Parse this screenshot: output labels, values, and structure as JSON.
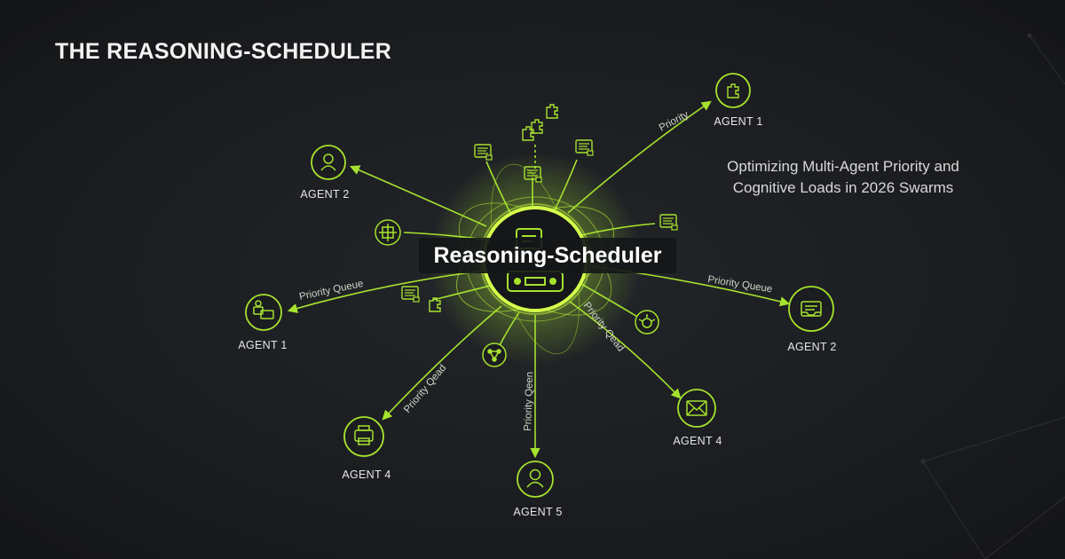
{
  "title": "THE REASONING-SCHEDULER",
  "subtitle": "Optimizing Multi-Agent Priority and Cognitive Loads in 2026 Swarms",
  "hub": {
    "label": "Reasoning-Scheduler",
    "icon": "robot-chip-icon"
  },
  "colors": {
    "accent": "#a6e22e",
    "accent_glow": "#c8ff3c",
    "background": "#1c1e21",
    "text": "#e6e6e6"
  },
  "agents": [
    {
      "id": "agent-1-top-right",
      "label": "AGENT 1",
      "icon": "puzzle-icon"
    },
    {
      "id": "agent-2-top-left",
      "label": "AGENT 2",
      "icon": "user-icon"
    },
    {
      "id": "agent-1-left",
      "label": "AGENT 1",
      "icon": "people-icon"
    },
    {
      "id": "agent-2-right",
      "label": "AGENT 2",
      "icon": "inbox-icon"
    },
    {
      "id": "agent-4-bottom-left",
      "label": "AGENT 4",
      "icon": "printer-icon"
    },
    {
      "id": "agent-5-bottom",
      "label": "AGENT 5",
      "icon": "user-icon"
    },
    {
      "id": "agent-4-bottom-right",
      "label": "AGENT 4",
      "icon": "envelope-icon"
    }
  ],
  "edge_labels": [
    "Priority",
    "Priority Queue",
    "Priority Queue",
    "Priority Qead",
    "Priority Qeen",
    "Priority Qead"
  ],
  "nodes": [
    {
      "id": "node-grid",
      "icon": "grid-chip-icon"
    },
    {
      "id": "node-doc-left",
      "icon": "document-icon"
    },
    {
      "id": "node-puzzle-small",
      "icon": "puzzle-icon"
    },
    {
      "id": "node-network",
      "icon": "network-icon"
    },
    {
      "id": "node-bug",
      "icon": "bug-icon"
    },
    {
      "id": "node-doc-right",
      "icon": "document-icon"
    },
    {
      "id": "node-doc-top-left",
      "icon": "document-icon"
    },
    {
      "id": "node-doc-top",
      "icon": "document-icon"
    },
    {
      "id": "node-doc-top-right",
      "icon": "document-icon"
    },
    {
      "id": "node-puzzle-top",
      "icon": "puzzle-icon"
    }
  ]
}
